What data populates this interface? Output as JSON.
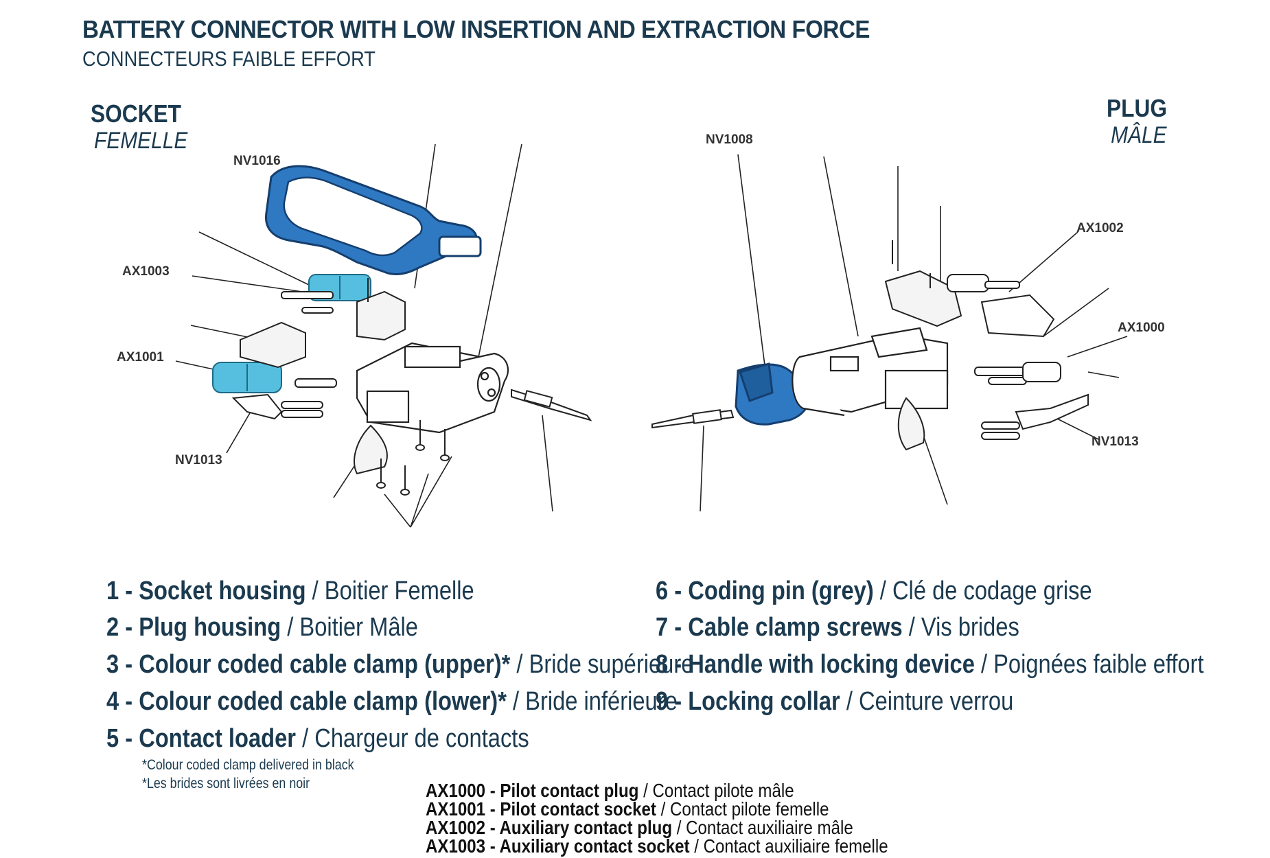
{
  "title": "BATTERY CONNECTOR WITH LOW INSERTION AND EXTRACTION FORCE",
  "subtitle": "CONNECTEURS FAIBLE EFFORT",
  "socket": {
    "heading": "SOCKET",
    "sub": "FEMELLE"
  },
  "plug": {
    "heading": "PLUG",
    "sub": "MÂLE"
  },
  "part_labels": {
    "nv1016": "NV1016",
    "ax1003": "AX1003",
    "ax1001": "AX1001",
    "nv1013_left": "NV1013",
    "nv1008": "NV1008",
    "ax1002": "AX1002",
    "ax1000": "AX1000",
    "nv1013_right": "NV1013"
  },
  "legend": [
    {
      "bold": "1 - Socket housing",
      "fr": " / Boitier Femelle"
    },
    {
      "bold": "2 - Plug housing",
      "fr": " / Boitier Mâle"
    },
    {
      "bold": "3 - Colour coded cable clamp (upper)*",
      "fr": " / Bride supérieure"
    },
    {
      "bold": "4 - Colour coded cable clamp (lower)*",
      "fr": " / Bride inférieure"
    },
    {
      "bold": "5 - Contact loader",
      "fr": " / Chargeur de contacts"
    },
    {
      "bold": "6 - Coding pin (grey)",
      "fr": " / Clé de codage grise"
    },
    {
      "bold": "7 - Cable clamp screws",
      "fr": " / Vis brides"
    },
    {
      "bold": "8 - Handle with locking device",
      "fr": " / Poignées faible effort"
    },
    {
      "bold": "9 - Locking collar",
      "fr": " / Ceinture verrou"
    }
  ],
  "notes": [
    "*Colour coded clamp delivered in black",
    "*Les brides sont livrées en noir"
  ],
  "contacts": [
    {
      "bold": "AX1000 - Pilot contact plug",
      "fr": " / Contact pilote mâle"
    },
    {
      "bold": "AX1001 - Pilot contact socket",
      "fr": " / Contact pilote femelle"
    },
    {
      "bold": "AX1002 - Auxiliary contact plug",
      "fr": " / Contact auxiliaire mâle"
    },
    {
      "bold": "AX1003 - Auxiliary contact socket",
      "fr": " / Contact auxiliaire femelle"
    }
  ],
  "colors": {
    "navy": "#1b3a4f",
    "blue_part": "#2f79c2",
    "cyan_part": "#56bfe0"
  }
}
